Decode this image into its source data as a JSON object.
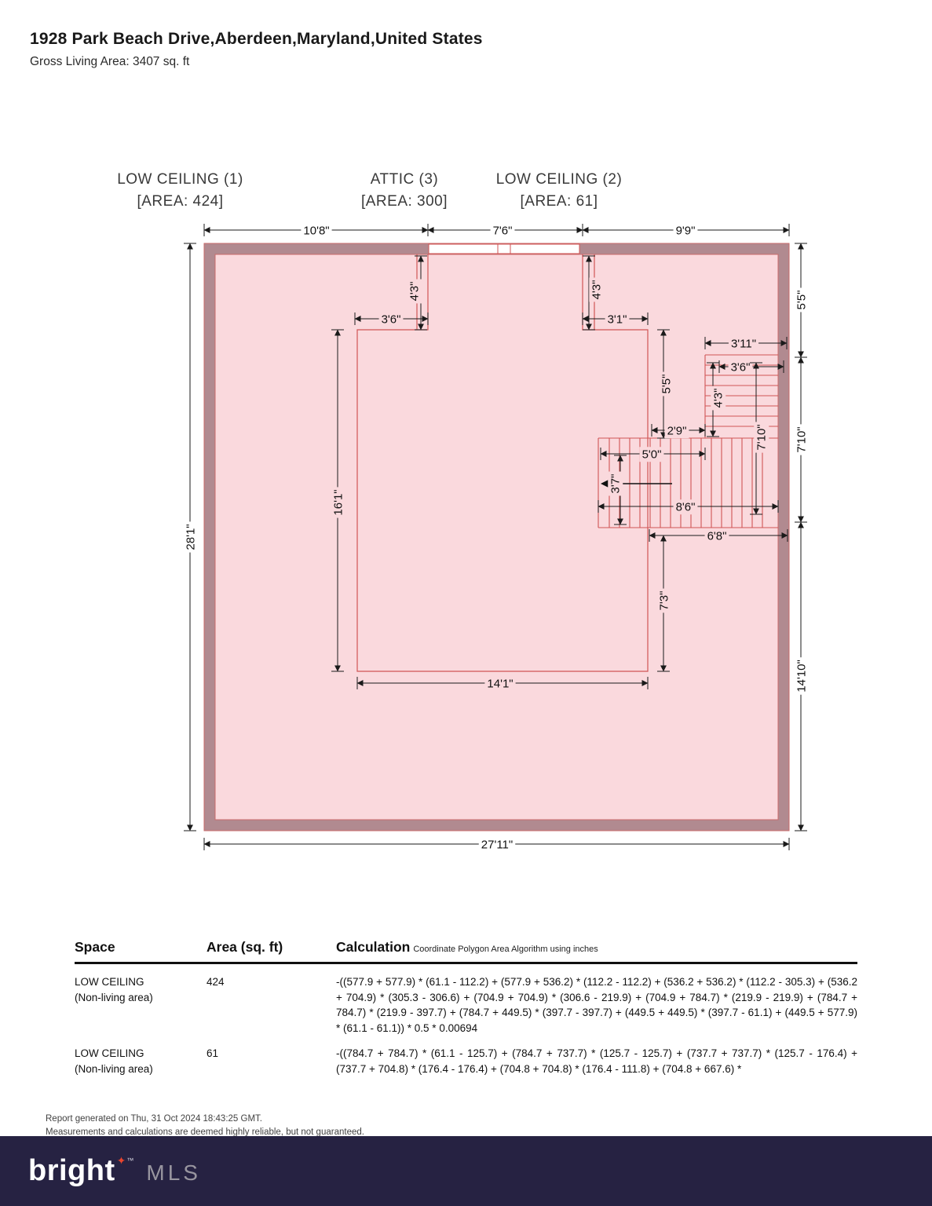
{
  "header": {
    "title": "1928 Park Beach Drive,Aberdeen,Maryland,United States",
    "subtitle": "Gross Living Area: 3407 sq. ft"
  },
  "floorplan": {
    "zones": [
      {
        "name": "LOW CEILING (1)",
        "area": "[AREA: 424]"
      },
      {
        "name": "ATTIC (3)",
        "area": "[AREA: 300]"
      },
      {
        "name": "LOW CEILING (2)",
        "area": "[AREA: 61]"
      }
    ],
    "dimensions": {
      "top_left": "10'8\"",
      "top_middle": "7'6\"",
      "top_right": "9'9\"",
      "left_overall": "28'1\"",
      "right_upper": "5'5\"",
      "right_middle": "7'10\"",
      "right_lower": "14'10\"",
      "bottom_overall": "27'11\"",
      "attic_top_left_depth": "4'3\"",
      "attic_top_right_depth": "4'3\"",
      "attic_notch_left": "3'6\"",
      "attic_notch_right": "3'1\"",
      "stair_top_width": "3'11\"",
      "stair_upper_width": "3'6\"",
      "stair_left_height": "5'5\"",
      "stair_upper_run": "4'3\"",
      "stair_right_run": "7'10\"",
      "stair_landing_width": "2'9\"",
      "stair_lower_width": "5'0\"",
      "stair_lower_depth": "3'7\"",
      "stair_total_run": "8'6\"",
      "low_ceiling2_width": "6'8\"",
      "attic_height": "16'1\"",
      "low_ceiling2_height": "7'3\"",
      "attic_width": "14'1\""
    },
    "colors": {
      "wall": "#b18a90",
      "interior": "#fad9dd",
      "plan_line": "#d05555",
      "wall_edge": "#c96a6a",
      "dimension_line": "#1a1a1a"
    }
  },
  "table": {
    "headers": {
      "space": "Space",
      "area": "Area (sq. ft)",
      "calculation": "Calculation",
      "calculation_note": "Coordinate Polygon Area Algorithm using inches"
    },
    "rows": [
      {
        "space_line1": "LOW CEILING",
        "space_line2": "(Non-living area)",
        "area": "424",
        "calculation": "-((577.9 + 577.9) * (61.1 - 112.2) + (577.9 + 536.2) * (112.2 - 112.2) + (536.2 + 536.2) * (112.2 - 305.3) + (536.2 + 704.9) * (305.3 - 306.6) + (704.9 + 704.9) * (306.6 - 219.9) + (704.9 + 784.7) * (219.9 - 219.9) + (784.7 + 784.7) * (219.9 - 397.7) + (784.7 + 449.5) * (397.7 - 397.7) + (449.5 + 449.5) * (397.7 - 61.1) + (449.5 + 577.9) * (61.1 - 61.1)) * 0.5 * 0.00694"
      },
      {
        "space_line1": "LOW CEILING",
        "space_line2": "(Non-living area)",
        "area": "61",
        "calculation": "-((784.7 + 784.7) * (61.1 - 125.7) + (784.7 + 737.7) * (125.7 - 125.7) + (737.7 + 737.7) * (125.7 - 176.4) + (737.7 + 704.8) * (176.4 - 176.4) + (704.8 + 704.8) * (176.4 - 111.8) + (704.8 + 667.6) *"
      }
    ]
  },
  "footer": {
    "line1": "Report generated on Thu, 31 Oct 2024 18:43:25 GMT.",
    "line2": "Measurements and calculations are deemed highly reliable, but not guaranteed."
  },
  "brand": {
    "name": "bright",
    "star": "✦",
    "tm": "™",
    "mls": "MLS"
  }
}
